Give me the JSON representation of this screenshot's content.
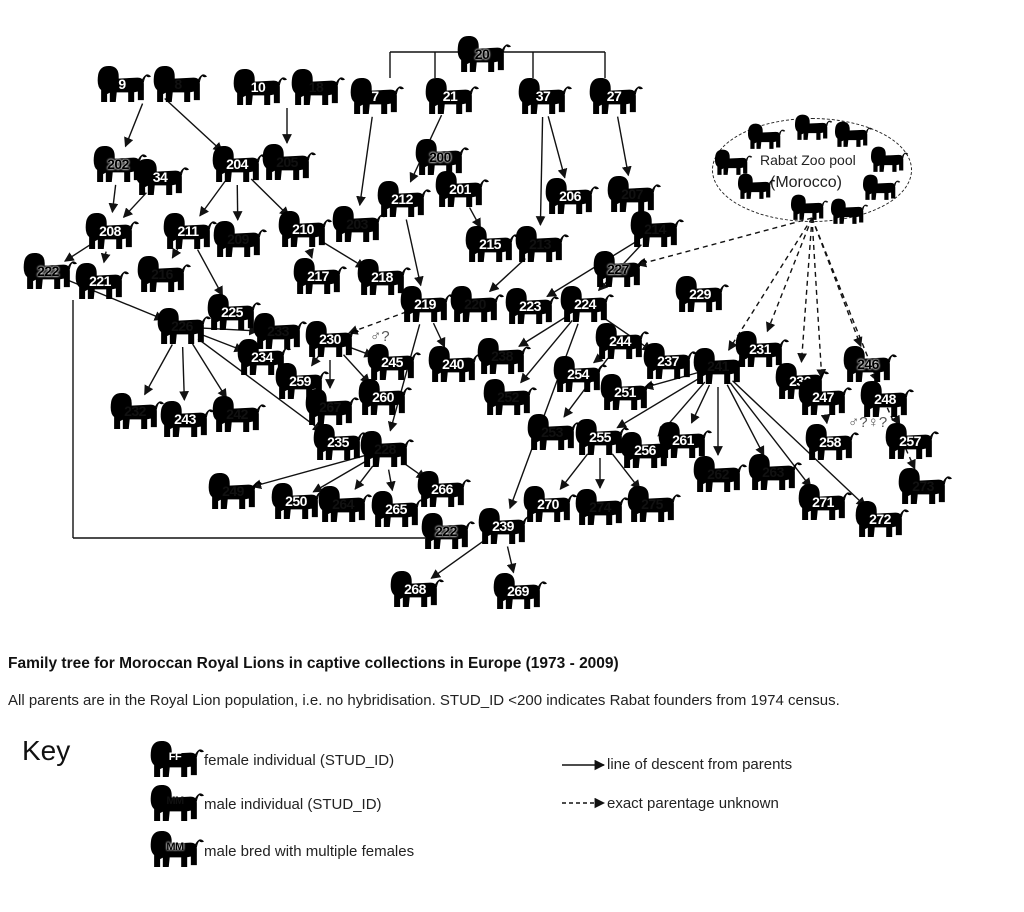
{
  "nodes": [
    {
      "id": "20",
      "sex": "x"
    },
    {
      "id": "9",
      "sex": "f"
    },
    {
      "id": "8",
      "sex": "m"
    },
    {
      "id": "10",
      "sex": "f"
    },
    {
      "id": "18",
      "sex": "m"
    },
    {
      "id": "7",
      "sex": "f"
    },
    {
      "id": "21",
      "sex": "f"
    },
    {
      "id": "37",
      "sex": "f"
    },
    {
      "id": "27",
      "sex": "f"
    },
    {
      "id": "202",
      "sex": "x"
    },
    {
      "id": "34",
      "sex": "f"
    },
    {
      "id": "204",
      "sex": "f"
    },
    {
      "id": "205",
      "sex": "m"
    },
    {
      "id": "200",
      "sex": "x"
    },
    {
      "id": "212",
      "sex": "f"
    },
    {
      "id": "201",
      "sex": "f"
    },
    {
      "id": "206",
      "sex": "f"
    },
    {
      "id": "207",
      "sex": "m"
    },
    {
      "id": "208",
      "sex": "f"
    },
    {
      "id": "211",
      "sex": "f"
    },
    {
      "id": "209",
      "sex": "m"
    },
    {
      "id": "210",
      "sex": "f"
    },
    {
      "id": "203",
      "sex": "m"
    },
    {
      "id": "215",
      "sex": "f"
    },
    {
      "id": "213",
      "sex": "m"
    },
    {
      "id": "214",
      "sex": "m"
    },
    {
      "id": "222",
      "sex": "x",
      "key": "222a"
    },
    {
      "id": "221",
      "sex": "f"
    },
    {
      "id": "216",
      "sex": "m"
    },
    {
      "id": "217",
      "sex": "f"
    },
    {
      "id": "218",
      "sex": "f"
    },
    {
      "id": "227",
      "sex": "x"
    },
    {
      "id": "229",
      "sex": "f"
    },
    {
      "id": "219",
      "sex": "f"
    },
    {
      "id": "220",
      "sex": "m"
    },
    {
      "id": "223",
      "sex": "f"
    },
    {
      "id": "224",
      "sex": "f"
    },
    {
      "id": "226",
      "sex": "m"
    },
    {
      "id": "225",
      "sex": "f"
    },
    {
      "id": "233",
      "sex": "m"
    },
    {
      "id": "230",
      "sex": "f"
    },
    {
      "id": "244",
      "sex": "f"
    },
    {
      "id": "238",
      "sex": "m"
    },
    {
      "id": "237",
      "sex": "f"
    },
    {
      "id": "241",
      "sex": "m"
    },
    {
      "id": "231",
      "sex": "f"
    },
    {
      "id": "236",
      "sex": "f"
    },
    {
      "id": "246",
      "sex": "x"
    },
    {
      "id": "247",
      "sex": "f"
    },
    {
      "id": "248",
      "sex": "f"
    },
    {
      "id": "234",
      "sex": "f"
    },
    {
      "id": "245",
      "sex": "f"
    },
    {
      "id": "240",
      "sex": "f"
    },
    {
      "id": "259",
      "sex": "f"
    },
    {
      "id": "254",
      "sex": "f"
    },
    {
      "id": "251",
      "sex": "f"
    },
    {
      "id": "252",
      "sex": "m"
    },
    {
      "id": "260",
      "sex": "f"
    },
    {
      "id": "267",
      "sex": "m"
    },
    {
      "id": "232",
      "sex": "m"
    },
    {
      "id": "243",
      "sex": "f"
    },
    {
      "id": "242",
      "sex": "m"
    },
    {
      "id": "253",
      "sex": "m"
    },
    {
      "id": "255",
      "sex": "f"
    },
    {
      "id": "256",
      "sex": "f"
    },
    {
      "id": "261",
      "sex": "f"
    },
    {
      "id": "258",
      "sex": "f"
    },
    {
      "id": "257",
      "sex": "f"
    },
    {
      "id": "235",
      "sex": "f"
    },
    {
      "id": "228",
      "sex": "m"
    },
    {
      "id": "262",
      "sex": "m"
    },
    {
      "id": "263",
      "sex": "m"
    },
    {
      "id": "273",
      "sex": "m"
    },
    {
      "id": "249",
      "sex": "m"
    },
    {
      "id": "250",
      "sex": "f"
    },
    {
      "id": "264",
      "sex": "m"
    },
    {
      "id": "266",
      "sex": "f"
    },
    {
      "id": "265",
      "sex": "f"
    },
    {
      "id": "270",
      "sex": "f"
    },
    {
      "id": "274",
      "sex": "m"
    },
    {
      "id": "275",
      "sex": "m"
    },
    {
      "id": "271",
      "sex": "f"
    },
    {
      "id": "272",
      "sex": "f"
    },
    {
      "id": "222",
      "sex": "x",
      "key": "222b"
    },
    {
      "id": "239",
      "sex": "f"
    },
    {
      "id": "268",
      "sex": "f"
    },
    {
      "id": "269",
      "sex": "f"
    }
  ],
  "pool": {
    "label": "Rabat Zoo pool",
    "sublabel": "(Morocco)",
    "members": [
      "f",
      "m",
      "m",
      "f",
      "f",
      "m",
      "m",
      "f",
      "m"
    ]
  },
  "edges": [
    {
      "from": [
        "9",
        "8"
      ],
      "to": "202",
      "style": "solid"
    },
    {
      "from": [
        "9",
        "8"
      ],
      "to": "204",
      "style": "solid"
    },
    {
      "from": [
        "10",
        "18"
      ],
      "to": "205",
      "style": "solid"
    },
    {
      "from": [
        "7"
      ],
      "to": "203",
      "style": "solid"
    },
    {
      "from": [
        "21"
      ],
      "to": "212",
      "style": "solid"
    },
    {
      "from": [
        "37"
      ],
      "to": "206",
      "style": "solid"
    },
    {
      "from": [
        "37"
      ],
      "to": "213",
      "style": "solid"
    },
    {
      "from": [
        "27"
      ],
      "to": "207",
      "style": "solid"
    },
    {
      "from": [
        "202"
      ],
      "to": "208",
      "style": "solid"
    },
    {
      "from": [
        "34"
      ],
      "to": "208",
      "style": "solid"
    },
    {
      "from": [
        "204"
      ],
      "to": "211",
      "style": "solid"
    },
    {
      "from": [
        "204"
      ],
      "to": "209",
      "style": "solid"
    },
    {
      "from": [
        "204"
      ],
      "to": "210",
      "style": "solid"
    },
    {
      "from": [
        "211"
      ],
      "to": "216",
      "style": "solid"
    },
    {
      "from": [
        "211"
      ],
      "to": "225",
      "style": "solid"
    },
    {
      "from": [
        "210"
      ],
      "to": "217",
      "style": "solid"
    },
    {
      "from": [
        "210"
      ],
      "to": "218",
      "style": "solid"
    },
    {
      "from": [
        "208"
      ],
      "to": "222a",
      "style": "solid"
    },
    {
      "from": [
        "208"
      ],
      "to": "221",
      "style": "solid"
    },
    {
      "from": [
        "222a"
      ],
      "to": "226",
      "style": "solid"
    },
    {
      "from": [
        "212"
      ],
      "to": "219",
      "style": "solid"
    },
    {
      "from": [
        "201"
      ],
      "to": "215",
      "style": "solid"
    },
    {
      "from": [
        "213"
      ],
      "to": "220",
      "style": "solid"
    },
    {
      "from": [
        "214"
      ],
      "to": "223",
      "style": "solid"
    },
    {
      "from": [
        "214"
      ],
      "to": "224",
      "style": "solid"
    },
    {
      "from": [
        "pool"
      ],
      "to": "227",
      "style": "dashed"
    },
    {
      "from": [
        "pool"
      ],
      "to": "241",
      "style": "dashed"
    },
    {
      "from": [
        "pool"
      ],
      "to": "231",
      "style": "dashed"
    },
    {
      "from": [
        "pool"
      ],
      "to": "236",
      "style": "dashed"
    },
    {
      "from": [
        "pool"
      ],
      "to": "247",
      "style": "dashed"
    },
    {
      "from": [
        "pool"
      ],
      "to": "246",
      "style": "dashed"
    },
    {
      "from": [
        "pool"
      ],
      "to": "248",
      "style": "dashed"
    },
    {
      "from": [
        "224"
      ],
      "to": "238",
      "style": "solid"
    },
    {
      "from": [
        "224"
      ],
      "to": "252",
      "style": "solid"
    },
    {
      "from": [
        "224"
      ],
      "to": "239",
      "style": "solid"
    },
    {
      "from": [
        "224"
      ],
      "to": "237",
      "style": "solid"
    },
    {
      "from": [
        "244"
      ],
      "to": "254",
      "style": "solid"
    },
    {
      "from": [
        "244"
      ],
      "to": "253",
      "style": "solid"
    },
    {
      "from": [
        "219"
      ],
      "to": "230",
      "style": "dashed"
    },
    {
      "from": [
        "219"
      ],
      "to": "240",
      "style": "solid"
    },
    {
      "from": [
        "219"
      ],
      "to": "228",
      "style": "solid"
    },
    {
      "from": [
        "226"
      ],
      "to": "232",
      "style": "solid"
    },
    {
      "from": [
        "226"
      ],
      "to": "243",
      "style": "solid"
    },
    {
      "from": [
        "226"
      ],
      "to": "242",
      "style": "solid"
    },
    {
      "from": [
        "226"
      ],
      "to": "234",
      "style": "solid"
    },
    {
      "from": [
        "226"
      ],
      "to": "233",
      "style": "solid"
    },
    {
      "from": [
        "226"
      ],
      "to": "235",
      "style": "solid"
    },
    {
      "from": [
        "230"
      ],
      "to": "259",
      "style": "solid"
    },
    {
      "from": [
        "230"
      ],
      "to": "267",
      "style": "solid"
    },
    {
      "from": [
        "230"
      ],
      "to": "245",
      "style": "solid"
    },
    {
      "from": [
        "230"
      ],
      "to": "260",
      "style": "solid"
    },
    {
      "from": [
        "228"
      ],
      "to": "249",
      "style": "solid"
    },
    {
      "from": [
        "228"
      ],
      "to": "250",
      "style": "solid"
    },
    {
      "from": [
        "228"
      ],
      "to": "264",
      "style": "solid"
    },
    {
      "from": [
        "228"
      ],
      "to": "265",
      "style": "solid"
    },
    {
      "from": [
        "228"
      ],
      "to": "266",
      "style": "solid"
    },
    {
      "from": [
        "241"
      ],
      "to": "251",
      "style": "solid"
    },
    {
      "from": [
        "241"
      ],
      "to": "255",
      "style": "solid"
    },
    {
      "from": [
        "241"
      ],
      "to": "256",
      "style": "solid"
    },
    {
      "from": [
        "241"
      ],
      "to": "261",
      "style": "solid"
    },
    {
      "from": [
        "241"
      ],
      "to": "262",
      "style": "solid"
    },
    {
      "from": [
        "241"
      ],
      "to": "263",
      "style": "solid"
    },
    {
      "from": [
        "241"
      ],
      "to": "271",
      "style": "solid"
    },
    {
      "from": [
        "241"
      ],
      "to": "272",
      "style": "solid"
    },
    {
      "from": [
        "255"
      ],
      "to": "270",
      "style": "solid"
    },
    {
      "from": [
        "255"
      ],
      "to": "274",
      "style": "solid"
    },
    {
      "from": [
        "255"
      ],
      "to": "275",
      "style": "solid"
    },
    {
      "from": [
        "247"
      ],
      "to": "258",
      "style": "solid"
    },
    {
      "from": [
        "248"
      ],
      "to": "257",
      "style": "solid"
    },
    {
      "from": [
        "246"
      ],
      "to": "273",
      "style": "dashed"
    },
    {
      "from": [
        "239"
      ],
      "to": "268",
      "style": "solid"
    },
    {
      "from": [
        "239"
      ],
      "to": "269",
      "style": "solid"
    }
  ],
  "annotations": {
    "male_unknown": "♂?",
    "sex_unknown": "♂?♀?"
  },
  "caption": {
    "title": "Family tree for Moroccan Royal Lions in captive collections in Europe (1973 - 2009)",
    "description": "All parents are in the Royal Lion population, i.e. no hybridisation.  STUD_ID <200 indicates Rabat founders from 1974 census."
  },
  "key": {
    "title": "Key",
    "female_tag": "FF",
    "female_label": "female individual (STUD_ID)",
    "male_tag": "MM",
    "male_label": "male individual (STUD_ID)",
    "multi_tag": "MM",
    "multi_label": "male bred with multiple females",
    "solid_label": "line of descent from parents",
    "dashed_label": "exact parentage unknown"
  },
  "colors": {
    "female": "#000000",
    "male": "#8a8a8a",
    "multi": "#ffffff"
  }
}
